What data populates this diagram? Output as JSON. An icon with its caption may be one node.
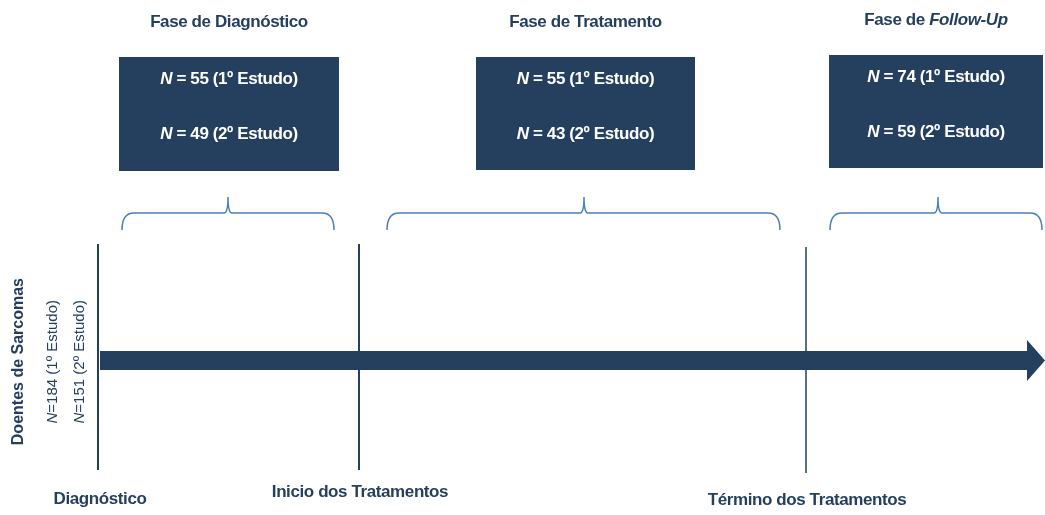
{
  "diagram": {
    "nodes": [
      {
        "text": [
          "Fase de Diagnóstico",
          "*N* = 55 (1º Estudo)",
          "*N* = 49 (2º Estudo)"
        ]
      },
      {
        "text": [
          "Fase de Tratamento",
          "*N* = 55 (1º Estudo)",
          "*N* = 43 (2º Estudo)"
        ]
      },
      {
        "text": [
          "Fase de *Follow-Up*",
          "*N* = 74 (1º Estudo)",
          "*N* = 59 (2º Estudo)"
        ]
      }
    ],
    "labels": [
      "Doentes de Sarcomas",
      "*N*=184 (1º Estudo)",
      "*N*=151 (2º Estudo)",
      "Diagnóstico",
      "Inicio dos Tratamentos",
      "Término dos Tratamentos"
    ]
  }
}
